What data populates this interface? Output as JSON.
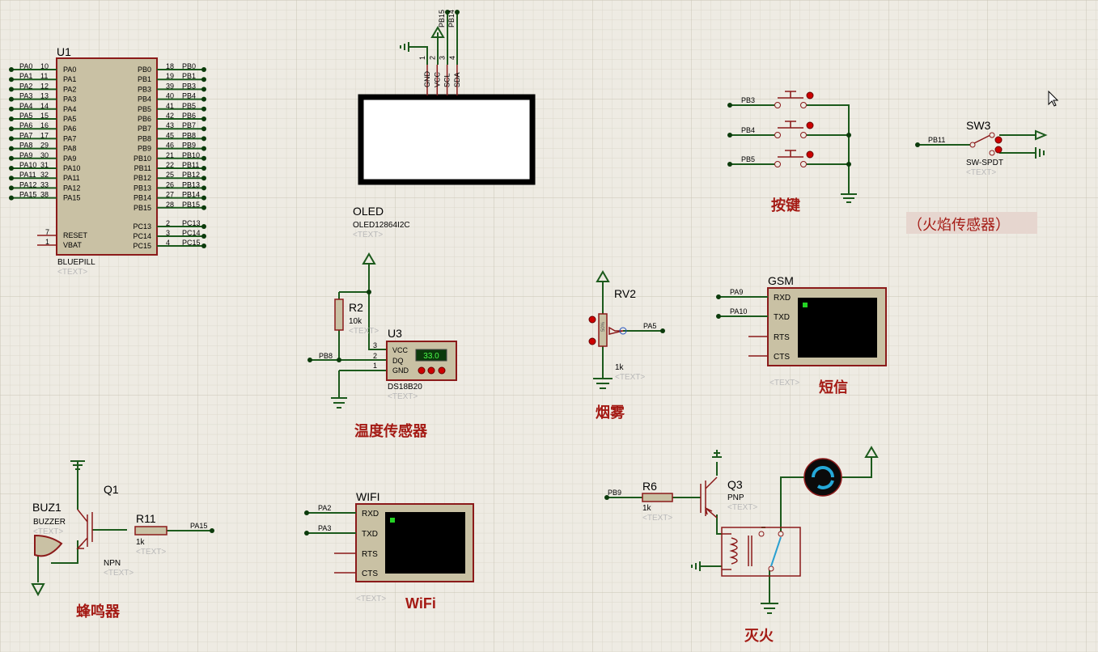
{
  "mcu": {
    "ref": "U1",
    "part": "BLUEPILL",
    "text": "<TEXT>",
    "left_pins": [
      {
        "net": "PA0",
        "num": "10",
        "name": "PA0"
      },
      {
        "net": "PA1",
        "num": "11",
        "name": "PA1"
      },
      {
        "net": "PA2",
        "num": "12",
        "name": "PA2"
      },
      {
        "net": "PA3",
        "num": "13",
        "name": "PA3"
      },
      {
        "net": "PA4",
        "num": "14",
        "name": "PA4"
      },
      {
        "net": "PA5",
        "num": "15",
        "name": "PA5"
      },
      {
        "net": "PA6",
        "num": "16",
        "name": "PA6"
      },
      {
        "net": "PA7",
        "num": "17",
        "name": "PA7"
      },
      {
        "net": "PA8",
        "num": "29",
        "name": "PA8"
      },
      {
        "net": "PA9",
        "num": "30",
        "name": "PA9"
      },
      {
        "net": "PA10",
        "num": "31",
        "name": "PA10"
      },
      {
        "net": "PA11",
        "num": "32",
        "name": "PA11"
      },
      {
        "net": "PA12",
        "num": "33",
        "name": "PA12"
      },
      {
        "net": "PA15",
        "num": "38",
        "name": "PA15"
      }
    ],
    "right_pins": [
      {
        "net": "PB0",
        "num": "18",
        "name": "PB0"
      },
      {
        "net": "PB1",
        "num": "19",
        "name": "PB1"
      },
      {
        "net": "PB3",
        "num": "39",
        "name": "PB3"
      },
      {
        "net": "PB4",
        "num": "40",
        "name": "PB4"
      },
      {
        "net": "PB5",
        "num": "41",
        "name": "PB5"
      },
      {
        "net": "PB6",
        "num": "42",
        "name": "PB6"
      },
      {
        "net": "PB7",
        "num": "43",
        "name": "PB7"
      },
      {
        "net": "PB8",
        "num": "45",
        "name": "PB8"
      },
      {
        "net": "PB9",
        "num": "46",
        "name": "PB9"
      },
      {
        "net": "PB10",
        "num": "21",
        "name": "PB10"
      },
      {
        "net": "PB11",
        "num": "22",
        "name": "PB11"
      },
      {
        "net": "PB12",
        "num": "25",
        "name": "PB12"
      },
      {
        "net": "PB13",
        "num": "26",
        "name": "PB13"
      },
      {
        "net": "PB14",
        "num": "27",
        "name": "PB14"
      },
      {
        "net": "PB15",
        "num": "28",
        "name": "PB15"
      }
    ],
    "pc_pins": [
      {
        "net": "PC13",
        "num": "2",
        "name": "PC13"
      },
      {
        "net": "PC14",
        "num": "3",
        "name": "PC14"
      },
      {
        "net": "PC15",
        "num": "4",
        "name": "PC15"
      }
    ],
    "ctrl_pins": [
      {
        "num": "7",
        "name": "RESET"
      },
      {
        "num": "1",
        "name": "VBAT"
      }
    ]
  },
  "oled": {
    "ref": "OLED",
    "part": "OLED12864I2C",
    "text": "<TEXT>",
    "pins": [
      {
        "num": "1",
        "name": "GND"
      },
      {
        "num": "2",
        "name": "VCC"
      },
      {
        "num": "3",
        "name": "SCL",
        "net": "PB15"
      },
      {
        "num": "4",
        "name": "SDA",
        "net": "PB14"
      }
    ]
  },
  "temp": {
    "r_ref": "R2",
    "r_val": "10k",
    "r_text": "<TEXT>",
    "ref": "U3",
    "part": "DS18B20",
    "text": "<TEXT>",
    "reading": "33.0",
    "pin_names": [
      "VCC",
      "DQ",
      "GND"
    ],
    "pin_nums": [
      "3",
      "2",
      "1"
    ],
    "net": "PB8",
    "caption": "温度传感器"
  },
  "buzzer": {
    "ref": "BUZ1",
    "part": "BUZZER",
    "text": "<TEXT>",
    "q_ref": "Q1",
    "q_part": "NPN",
    "q_text": "<TEXT>",
    "r_ref": "R11",
    "r_val": "1k",
    "r_text": "<TEXT>",
    "net": "PA15",
    "caption": "蜂鸣器"
  },
  "wifi": {
    "ref": "WIFI",
    "text": "<TEXT>",
    "pins": [
      "RXD",
      "TXD",
      "RTS",
      "CTS"
    ],
    "nets": [
      "PA2",
      "PA3"
    ],
    "caption": "WiFi"
  },
  "smoke": {
    "ref": "RV2",
    "val": "1k",
    "text": "<TEXT>",
    "net": "PA5",
    "caption": "烟雾",
    "knob": "50%"
  },
  "gsm": {
    "ref": "GSM",
    "text": "<TEXT>",
    "pins": [
      "RXD",
      "TXD",
      "RTS",
      "CTS"
    ],
    "nets": [
      "PA9",
      "PA10"
    ],
    "caption": "短信"
  },
  "keys": {
    "nets": [
      "PB3",
      "PB4",
      "PB5"
    ],
    "caption": "按键"
  },
  "flame": {
    "ref": "SW3",
    "part": "SW-SPDT",
    "text": "<TEXT>",
    "net": "PB11",
    "caption": "（火焰传感器）"
  },
  "fire": {
    "net": "PB9",
    "r_ref": "R6",
    "r_val": "1k",
    "r_text": "<TEXT>",
    "q_ref": "Q3",
    "q_part": "PNP",
    "q_text": "<TEXT>",
    "caption": "灭火"
  },
  "colors": {
    "wire": "#1c5a1c",
    "body": "#c9c1a4",
    "outline": "#8b1a1a",
    "caption": "#a41a14",
    "screen": "#000000",
    "grid": "#d6d2c6"
  }
}
